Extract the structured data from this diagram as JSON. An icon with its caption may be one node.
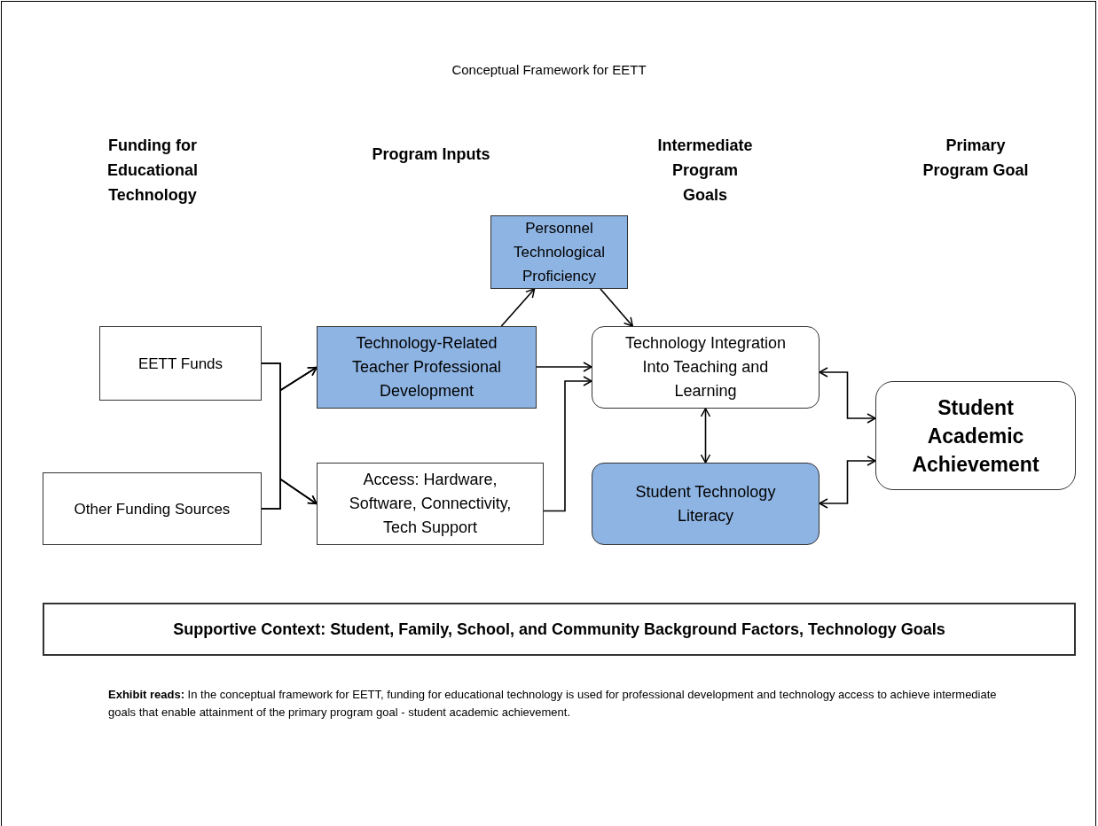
{
  "diagram": {
    "title": "Conceptual Framework for EETT",
    "caption": "**Exhibit reads:** In the conceptual framework for EETT, funding for educational technology is used for professional development and technology access to achieve intermediate goals that enable attainment of the primary program goal - student academic achievement.",
    "nodes": [
      {
        "text": [
          "Personnel Technological Proficiency"
        ]
      },
      {
        "text": [
          "EETT Funds"
        ]
      },
      {
        "text": [
          "Technology-Related Teacher Professional Development"
        ]
      },
      {
        "text": [
          "Technology Integration Into Teaching and Learning"
        ]
      },
      {
        "text": [
          "Student Academic Achievement"
        ]
      },
      {
        "text": [
          "Other Funding Sources"
        ]
      },
      {
        "text": [
          "Access: Hardware, Software, Connectivity, Tech Support"
        ]
      },
      {
        "text": [
          "Student Technology Literacy"
        ]
      },
      {
        "text": [
          "Supportive Context: Student, Family, School, and Community Background Factors, Technology Goals"
        ]
      }
    ],
    "edges": [
      {
        "from": 1,
        "to": 2,
        "arrow": "to"
      },
      {
        "from": 1,
        "to": 6,
        "arrow": "to"
      },
      {
        "from": 5,
        "to": 2,
        "arrow": "to"
      },
      {
        "from": 5,
        "to": 6,
        "arrow": "to"
      },
      {
        "from": 2,
        "to": 0,
        "arrow": "to"
      },
      {
        "from": 0,
        "to": 3,
        "arrow": "to"
      },
      {
        "from": 2,
        "to": 3,
        "arrow": "to"
      },
      {
        "from": 6,
        "to": 3,
        "arrow": "to"
      },
      {
        "from": 3,
        "to": 4,
        "arrow": "both"
      },
      {
        "from": 7,
        "to": 4,
        "arrow": "both"
      },
      {
        "from": 3,
        "to": 7,
        "arrow": "both"
      }
    ],
    "labels": [
      "Funding for Educational Technology",
      "Program Inputs",
      "Intermediate Program Goals",
      "Primary Program Goal"
    ]
  }
}
